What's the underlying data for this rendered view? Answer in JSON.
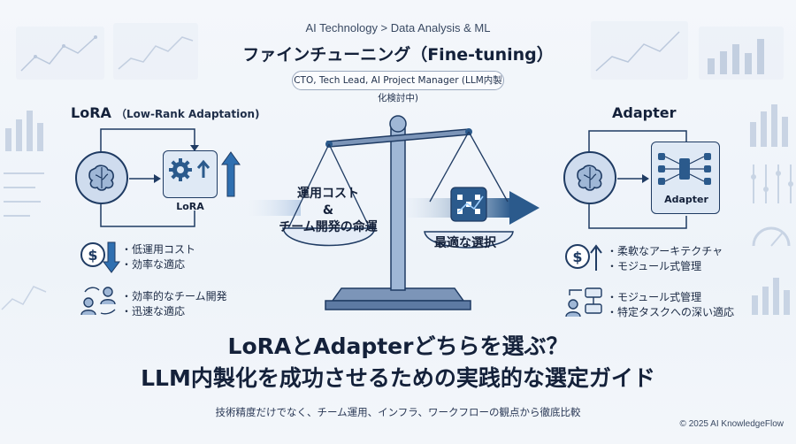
{
  "header": {
    "category": "AI Technology > Data Analysis & ML",
    "title": "ファインチューニング（Fine-tuning）",
    "audience": "CTO, Tech Lead, AI Project Manager (LLM内製化検討中)"
  },
  "lora": {
    "title": "LoRA",
    "subtitle": "（Low-Rank Adaptation)",
    "box_label": "LoRA",
    "group1": [
      "低運用コスト",
      "効率な適応"
    ],
    "group2": [
      "効率的なチーム開発",
      "迅速な適応"
    ]
  },
  "center": {
    "left_pan": [
      "運用コスト",
      "&",
      "チーム開発の命運"
    ],
    "right_pan": "最適な選択"
  },
  "adapter": {
    "title": "Adapter",
    "box_label": "Adapter",
    "group1": [
      "柔軟なアーキテクチャ",
      "モジュール式管理"
    ],
    "group2": [
      "モジュール式管理",
      "特定タスクへの深い適応"
    ]
  },
  "headline": {
    "line1": "LoRAとAdapterどちらを選ぶ？",
    "line2": "LLM内製化を成功させるための実践的な選定ガイド"
  },
  "footer": {
    "subtitle": "技術精度だけでなく、チーム運用、インフラ、ワークフローの観点から徹底比較",
    "copyright": "© 2025 AI KnowledgeFlow"
  },
  "colors": {
    "primary": "#2b5a8c",
    "accent": "#2f6fb0",
    "dark": "#14213a",
    "light_fill": "#dfe9f5"
  }
}
